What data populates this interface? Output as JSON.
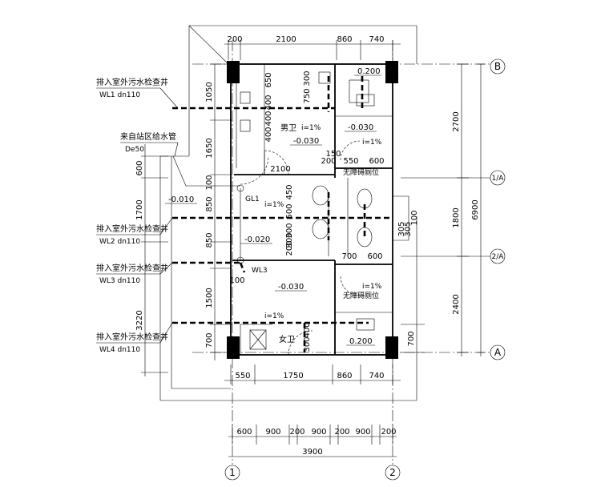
{
  "dims_top": [
    "200",
    "2100",
    "860",
    "740"
  ],
  "dims_bottom_row1": [
    "550",
    "1750",
    "860",
    "740"
  ],
  "dims_bottom_row2": [
    "600",
    "900",
    "200",
    "900",
    "200",
    "900",
    "200"
  ],
  "dim_total_width": "3900",
  "dims_left": [
    "1050",
    "1650",
    "600",
    "1700",
    "850",
    "1500",
    "700",
    "3220"
  ],
  "dims_right_inner": [
    "2700",
    "1800",
    "2400",
    "700"
  ],
  "dim_right_total": "6900",
  "axis_labels": {
    "A": "A",
    "B": "B",
    "grid_1": "1",
    "grid_2": "2",
    "sub_1": "1/A",
    "sub_2": "2/A"
  },
  "drain_lines": [
    {
      "title": "排入室外污水检查井",
      "sub": "WL1  dn110"
    },
    {
      "title": "排入室外污水检查井",
      "sub": "WL2  dn110"
    },
    {
      "title": "排入室外污水检查井",
      "sub": "WL3  dn110"
    },
    {
      "title": "排入室外污水检查井",
      "sub": "WL4  dn110"
    }
  ],
  "supply": {
    "title": "来自站区给水管",
    "sub": "De50"
  },
  "rooms": {
    "male": "男卫",
    "female": "女卫",
    "accessible": "无障碍厕位"
  },
  "elevations": [
    "-0.030",
    "-0.030",
    "-0.010",
    "-0.020",
    "-0.030",
    "0.200",
    "0.200"
  ],
  "slopes": [
    "i=1%",
    "i=1%",
    "i=1%",
    "i=1%",
    "i=1%"
  ],
  "pipe_tags": {
    "gl1": "GL1",
    "wl3": "WL3"
  },
  "inner_dims": [
    "300",
    "650",
    "750",
    "400",
    "400",
    "400",
    "2100",
    "200",
    "550",
    "600",
    "150",
    "450",
    "500",
    "300",
    "300",
    "200",
    "700",
    "600",
    "305",
    "305",
    "100",
    "100",
    "300",
    "400",
    "100"
  ]
}
